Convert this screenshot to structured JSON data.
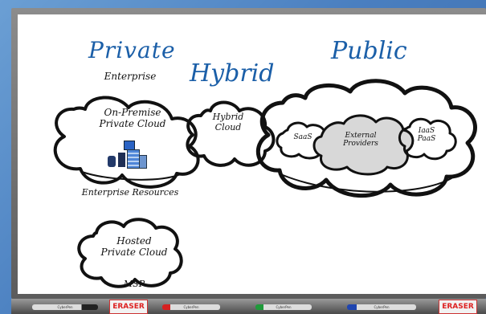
{
  "headings": {
    "private": "Private",
    "hybrid": "Hybrid",
    "public": "Public"
  },
  "labels": {
    "enterprise": "Enterprise",
    "on_premise": "On-Premise\nPrivate Cloud",
    "enterprise_resources": "Enterprise Resources",
    "hybrid_cloud": "Hybrid\nCloud",
    "saas": "SaaS",
    "external_providers": "External\nProviders",
    "iaas_paas": "IaaS\nPaaS",
    "hosted": "Hosted\nPrivate Cloud",
    "msp": "MSP"
  },
  "tray": {
    "eraser_left": "ERASER",
    "eraser_right": "ERASER",
    "pen_label": "CyberPen"
  },
  "colors": {
    "heading": "#1b5fa8",
    "pen_red": "#d62020",
    "pen_green": "#1f9a3a",
    "pen_blue": "#1f45b0",
    "pen_black": "#222222"
  }
}
